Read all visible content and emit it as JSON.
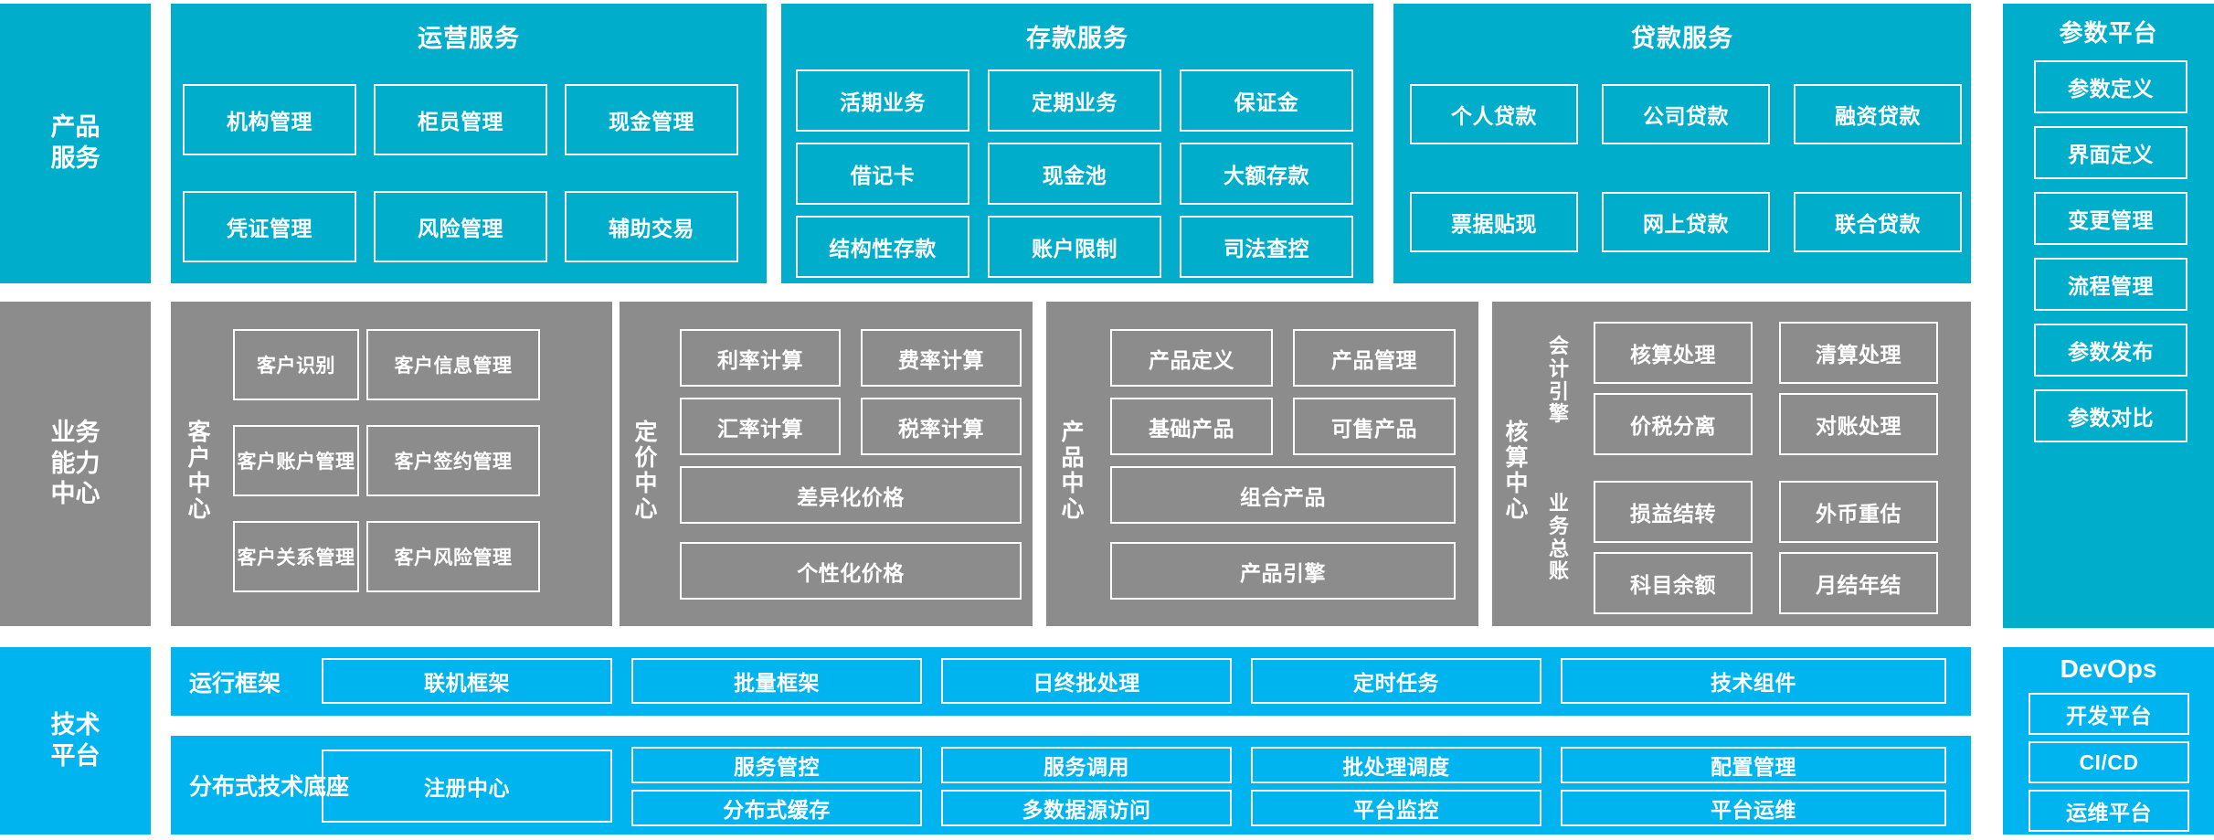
{
  "colors": {
    "product_band": "#00AECB",
    "capability_band": "#8C8C8C",
    "tech_band": "#00B4F0",
    "outline": "#FFFFFF",
    "page_background": "#FFFFFF"
  },
  "bands": [
    {
      "id": "product-service",
      "label_lines": [
        "产品",
        "服务"
      ]
    },
    {
      "id": "business-capability-center",
      "label_lines": [
        "业务",
        "能力",
        "中心"
      ]
    },
    {
      "id": "technology-platform",
      "label_lines": [
        "技术",
        "平台"
      ]
    }
  ],
  "product_service": {
    "groups": [
      {
        "title": "运营服务",
        "items": [
          "机构管理",
          "柜员管理",
          "现金管理",
          "凭证管理",
          "风险管理",
          "辅助交易"
        ]
      },
      {
        "title": "存款服务",
        "items": [
          "活期业务",
          "定期业务",
          "保证金",
          "借记卡",
          "现金池",
          "大额存款",
          "结构性存款",
          "账户限制",
          "司法查控"
        ]
      },
      {
        "title": "贷款服务",
        "items": [
          "个人贷款",
          "公司贷款",
          "融资贷款",
          "票据贴现",
          "网上贷款",
          "联合贷款"
        ]
      }
    ]
  },
  "parameter_platform": {
    "title": "参数平台",
    "items": [
      "参数定义",
      "界面定义",
      "变更管理",
      "流程管理",
      "参数发布",
      "参数对比"
    ]
  },
  "business_capability": {
    "centers": [
      {
        "vertical_label": "客户中心",
        "items": [
          "客户识别",
          "客户信息管理",
          "客户账户管理",
          "客户签约管理",
          "客户关系管理",
          "客户风险管理"
        ]
      },
      {
        "vertical_label": "定价中心",
        "items": [
          "利率计算",
          "费率计算",
          "汇率计算",
          "税率计算"
        ],
        "wide_items": [
          "差异化价格",
          "个性化价格"
        ]
      },
      {
        "vertical_label": "产品中心",
        "items": [
          "产品定义",
          "产品管理",
          "基础产品",
          "可售产品"
        ],
        "wide_items": [
          "组合产品",
          "产品引擎"
        ]
      },
      {
        "vertical_label": "核算中心",
        "sub_labels": [
          "会计引擎",
          "业务总账"
        ],
        "items": [
          "核算处理",
          "清算处理",
          "价税分离",
          "对账处理",
          "损益结转",
          "外币重估",
          "科目余额",
          "月结年结"
        ]
      }
    ]
  },
  "technology_platform": {
    "rows": [
      {
        "label": "运行框架",
        "items": [
          "联机框架",
          "批量框架",
          "日终批处理",
          "定时任务",
          "技术组件"
        ]
      },
      {
        "label": "分布式技术底座",
        "wide_item": "注册中心",
        "items_top": [
          "服务管控",
          "服务调用",
          "批处理调度",
          "配置管理"
        ],
        "items_bottom": [
          "分布式缓存",
          "多数据源访问",
          "平台监控",
          "平台运维"
        ]
      }
    ]
  },
  "devops": {
    "title": "DevOps",
    "items": [
      "开发平台",
      "CI/CD",
      "运维平台"
    ]
  }
}
